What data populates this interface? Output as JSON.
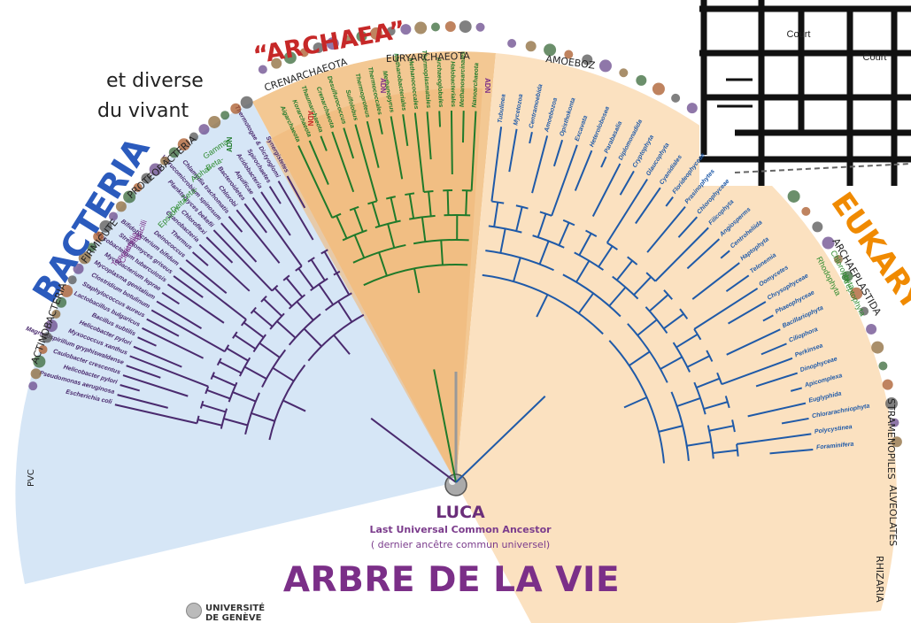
{
  "intro": {
    "line1": "et diverse",
    "line2": "du vivant"
  },
  "domains": {
    "bacteria": {
      "label": "BACTERIA",
      "color": "#2b5bbd"
    },
    "archaea": {
      "label": "“ARCHAEA”",
      "color": "#c62828"
    },
    "eukaryota": {
      "label": "EUKARYOTA",
      "color": "#f08a00"
    }
  },
  "groups": {
    "actinobacteria": "ACTINOBACTERIA",
    "firmicute": "FIRMICUTE",
    "proteobacteria": "PROTEOBACTERIA",
    "pvc": "PVC",
    "crenarchaeota": "CRENARCHAEOTA",
    "euryarchaeota": "EURYARCHAEOTA",
    "amoebozoa": "AMOEBOZ",
    "archaeplastida": "ARCHAEPLASTIDA",
    "stramenopiles": "STRAMENOPILES",
    "alveolates": "ALVEOLATES",
    "rhizaria": "RHIZARIA"
  },
  "subgroups": {
    "tenericutes": "Tenericutes",
    "clostridia": "Clostridia",
    "bacilli": "Bacilli",
    "epsilon": "Epsilon-",
    "delta": "Delta-",
    "zeta": "Zeta-",
    "alpha": "Alpha-",
    "beta": "Beta-",
    "gamma": "Gamma-",
    "rhodophyta": "Rhodophyta",
    "chlorophyta": "Chlorophyta",
    "streptophyta": "Streptophyta"
  },
  "bacteria_taxa": [
    "Escherichia coli",
    "Pseudomonas aeruginosa",
    "Helicobacter pylori",
    "Caulobacter crescentus",
    "Magnetospirillum gryphiswaldense",
    "Myxococcus xanthus",
    "Helicobacter pylori",
    "Bacillus subtilis",
    "Lactobacillus bulgaricus",
    "Staphylococcus aureus",
    "Clostridium botulinum",
    "Mycoplasma genitalium",
    "Mycobacterium leprae",
    "Mycobacterium tuberculosis",
    "Streptomyces griseus",
    "Bifidobacterium bifidum",
    "Deinococcus",
    "Thermus",
    "Cyanobacteria",
    "Chloroflexi",
    "Planktomyces bekefii",
    "Verrucomicrobium spinosum",
    "Chlamydia trachomatis",
    "Chlorobi",
    "Bacteroidetes",
    "Aquificae",
    "Acidobacteria",
    "Spirochaetes",
    "Thermotogae & Dictyoglomi",
    "Synergistetes"
  ],
  "archaea_taxa": [
    "Aigarchaeota",
    "Korarchaeota",
    "Thaumarchaeota",
    "Crenarchaeota",
    "Desulfurococcus",
    "Sulfolobus",
    "Thermoproteus",
    "Thermococcales",
    "Methanopyrus",
    "Methanobacteriales",
    "Methanococcales",
    "Thermoplasmatales",
    "Archaeoglobales",
    "Halobacteriales",
    "Methanosarcinales",
    "Nanoarchaeota"
  ],
  "eukaryota_taxa": [
    "Tubulinea",
    "Mycetozoa",
    "Centramoebida",
    "Amoebozoa",
    "Opisthokonta",
    "Excavata",
    "Heterolobosea",
    "Parabasalia",
    "Diplomonadida",
    "Cryptophyta",
    "Glaucophyta",
    "Cyanidiales",
    "Florideophyceae",
    "Prasinophytes",
    "Chlorophyceae",
    "Filicophyta",
    "Angiosperms",
    "Centroheliida",
    "Haptophyta",
    "Telonemia",
    "Oomycetes",
    "Chrysophyceae",
    "Phaeophyceae",
    "Bacillariophyta",
    "Ciliophora",
    "Perkinsea",
    "Dinophyceae",
    "Apicomplexa",
    "Euglyphida",
    "Chlorarachniophyta",
    "Polycystinea",
    "Foraminifera"
  ],
  "adn_label": "ADN",
  "map": {
    "court1": "Court",
    "court2": "Court"
  },
  "luca": {
    "title": "LUCA",
    "subtitle": "Last Universal Common Ancestor",
    "subtitle_fr": "( dernier ancêtre commun universel)"
  },
  "title": "ARBRE DE LA VIE",
  "university": {
    "line1": "UNIVERSITÉ",
    "line2": "DE GENÈVE"
  },
  "colors": {
    "bacteria_fill": "#d6e6f6",
    "archaea_fill": "#f3c893",
    "eukaryota_fill": "#fbe1c0",
    "bacteria_line": "#4a2a6e",
    "archaea_line": "#1f7a2a",
    "eukaryota_line": "#1f5aa8"
  }
}
